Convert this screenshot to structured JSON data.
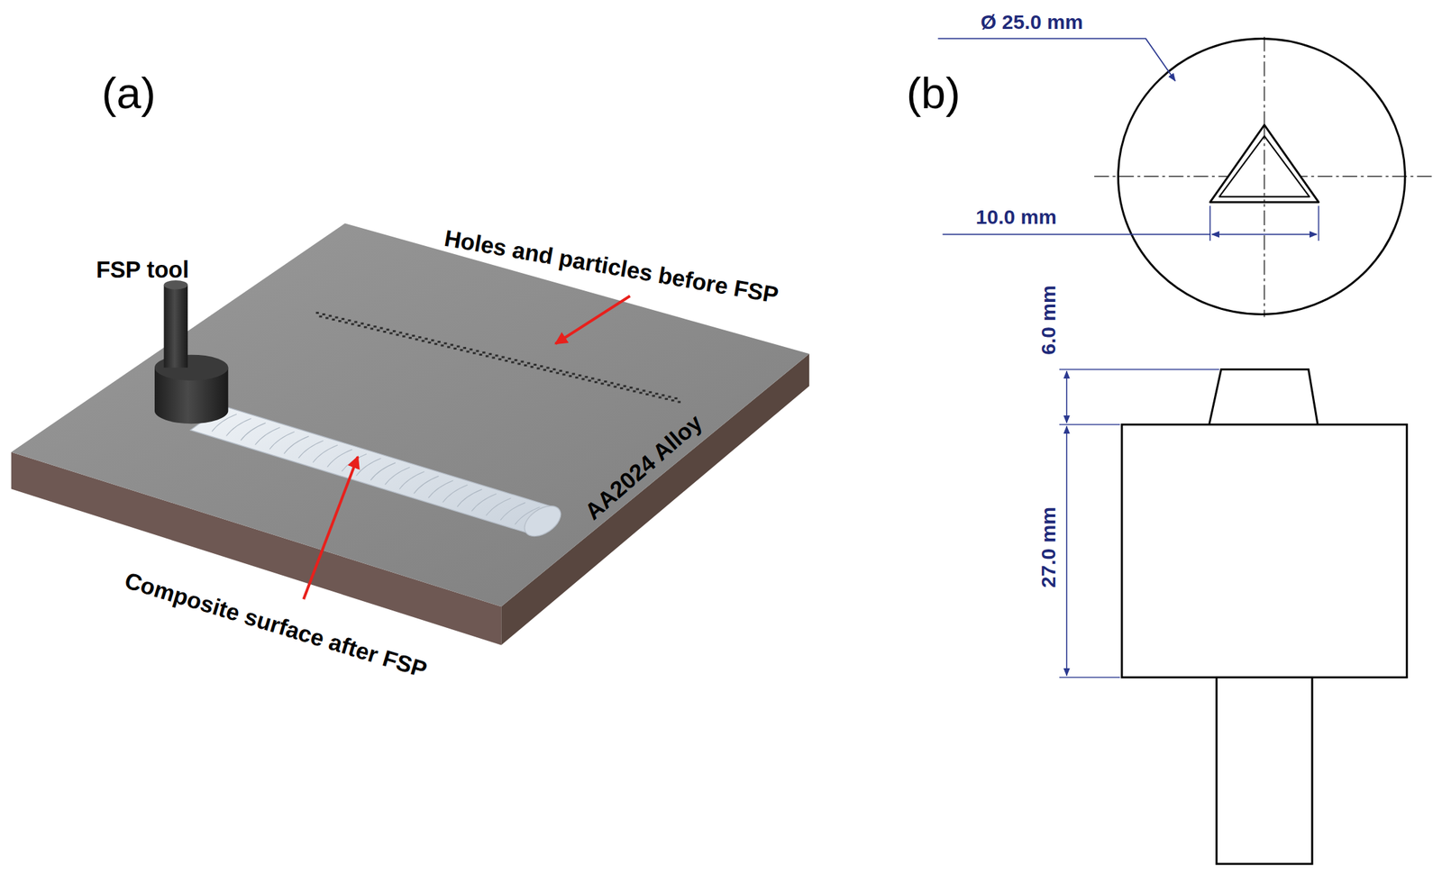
{
  "diagram": {
    "labels": [
      "(a)",
      "FSP tool",
      "Holes and particles before FSP",
      "AA2024 Alloy",
      "Composite surface after FSP",
      "(b)",
      "Ø 25.0 mm",
      "10.0 mm",
      "6.0 mm",
      "27.0 mm"
    ]
  }
}
